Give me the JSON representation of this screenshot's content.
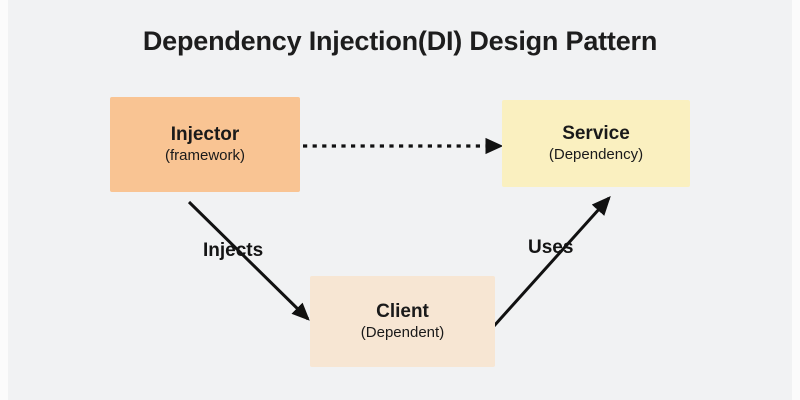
{
  "diagram": {
    "title": "Dependency Injection(DI) Design Pattern",
    "background_color": "#f1f2f3",
    "nodes": [
      {
        "id": "injector",
        "title": "Injector",
        "subtitle": "(framework)",
        "fill": "#f9c493"
      },
      {
        "id": "service",
        "title": "Service",
        "subtitle": "(Dependency)",
        "fill": "#faf0c0"
      },
      {
        "id": "client",
        "title": "Client",
        "subtitle": "(Dependent)",
        "fill": "#f7e6d3"
      }
    ],
    "edges": [
      {
        "id": "injector-to-service",
        "label": "",
        "style": "dashed",
        "from": "injector",
        "to": "service"
      },
      {
        "id": "injector-to-client",
        "label": "Injects",
        "style": "solid",
        "from": "injector",
        "to": "client"
      },
      {
        "id": "client-to-service",
        "label": "Uses",
        "style": "solid",
        "from": "client",
        "to": "service"
      }
    ],
    "edge_color": "#111111"
  }
}
